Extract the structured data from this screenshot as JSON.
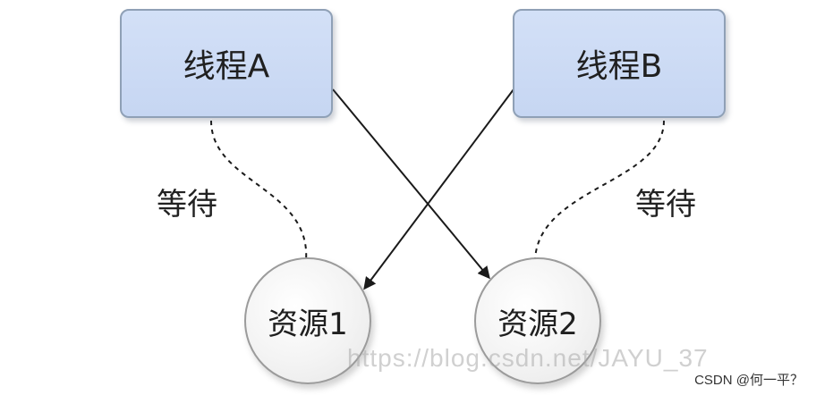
{
  "diagram": {
    "nodes": {
      "thread_a": "线程A",
      "thread_b": "线程B",
      "resource_1": "资源1",
      "resource_2": "资源2"
    },
    "edges": [
      {
        "from": "thread_a",
        "to": "resource_2",
        "style": "solid-arrow"
      },
      {
        "from": "thread_b",
        "to": "resource_1",
        "style": "solid-arrow"
      },
      {
        "from": "thread_a",
        "to": "resource_1",
        "style": "dashed",
        "label": "等待"
      },
      {
        "from": "thread_b",
        "to": "resource_2",
        "style": "dashed",
        "label": "等待"
      }
    ],
    "labels": {
      "wait_left": "等待",
      "wait_right": "等待"
    }
  },
  "watermark": "https://blog.csdn.net/JAYU_37",
  "credit": "CSDN @何一平？"
}
